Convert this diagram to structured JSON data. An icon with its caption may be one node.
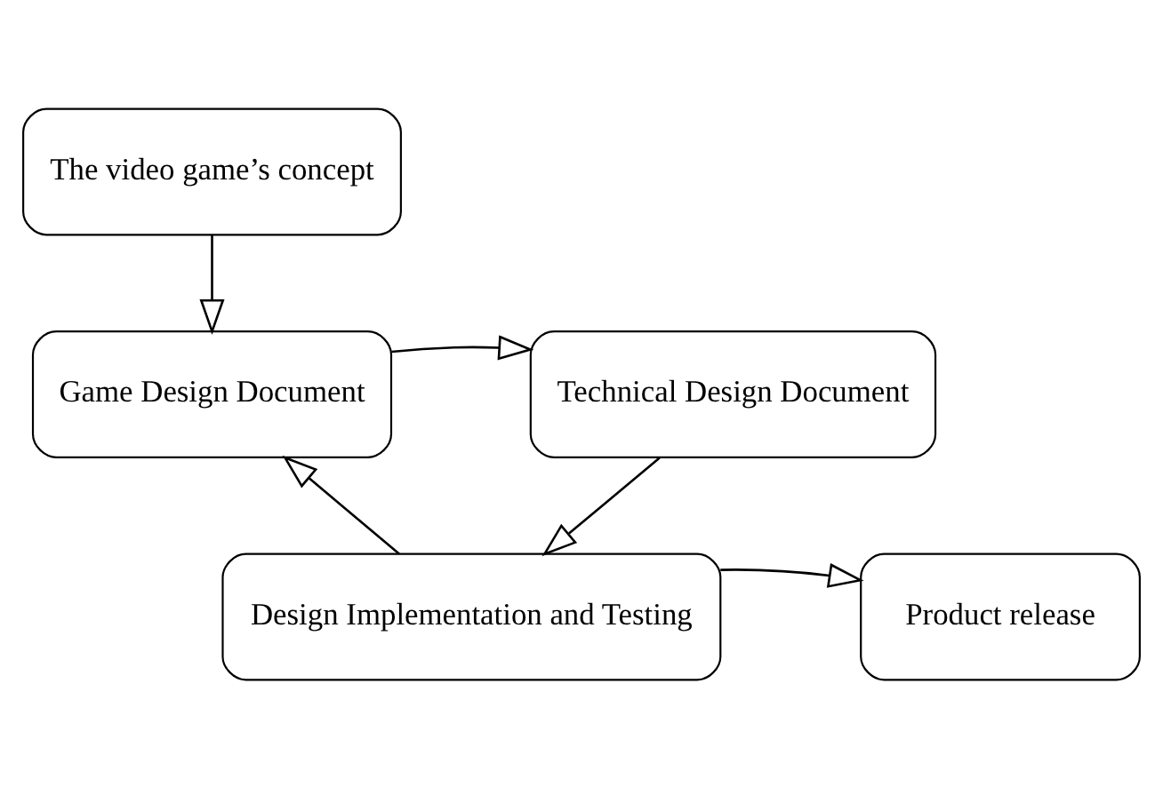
{
  "diagram": {
    "nodes": [
      {
        "text": [
          "The video game’s concept"
        ]
      },
      {
        "text": [
          "Game Design Document"
        ]
      },
      {
        "text": [
          "Technical Design Document"
        ]
      },
      {
        "text": [
          "Design Implementation and Testing"
        ]
      },
      {
        "text": [
          "Product release"
        ]
      }
    ],
    "edges": [
      {
        "from": 0,
        "to": 1,
        "arrow": "to"
      },
      {
        "from": 1,
        "to": 2,
        "arrow": "to"
      },
      {
        "from": 2,
        "to": 3,
        "arrow": "to"
      },
      {
        "from": 3,
        "to": 1,
        "arrow": "to"
      },
      {
        "from": 3,
        "to": 4,
        "arrow": "to"
      }
    ]
  }
}
